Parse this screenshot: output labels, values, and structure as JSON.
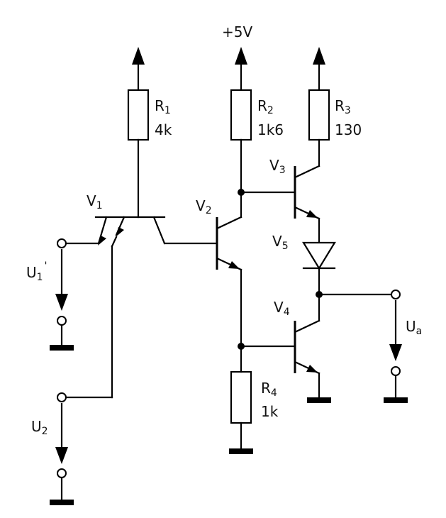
{
  "supply": {
    "label": "+5V"
  },
  "resistors": {
    "r1": {
      "name": "R",
      "sub": "1",
      "value": "4k"
    },
    "r2": {
      "name": "R",
      "sub": "2",
      "value": "1k6"
    },
    "r3": {
      "name": "R",
      "sub": "3",
      "value": "130"
    },
    "r4": {
      "name": "R",
      "sub": "4",
      "value": "1k"
    }
  },
  "devices": {
    "v1": {
      "name": "V",
      "sub": "1"
    },
    "v2": {
      "name": "V",
      "sub": "2"
    },
    "v3": {
      "name": "V",
      "sub": "3"
    },
    "v4": {
      "name": "V",
      "sub": "4"
    },
    "v5": {
      "name": "V",
      "sub": "5"
    }
  },
  "ports": {
    "u1": {
      "name": "U",
      "sub": "1",
      "mark": "'"
    },
    "u2": {
      "name": "U",
      "sub": "2"
    },
    "ua": {
      "name": "U",
      "sub": "a"
    }
  }
}
